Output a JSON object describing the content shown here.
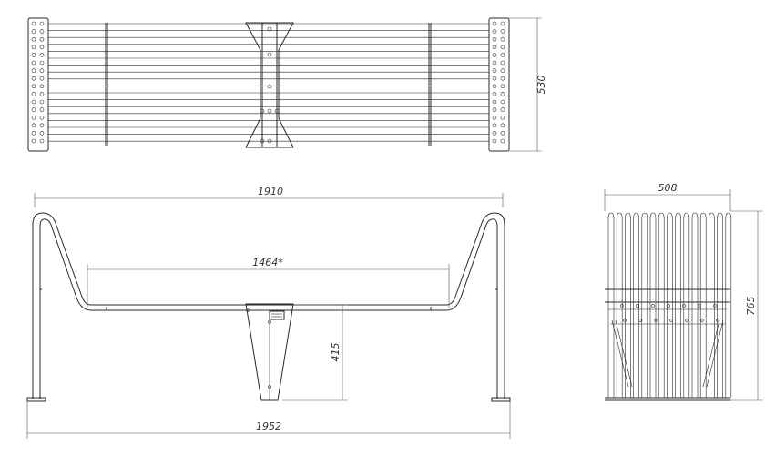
{
  "drawing": {
    "dimensions": {
      "top_depth": "530",
      "front_length_top": "1910",
      "front_inner_length": "1464*",
      "front_seat_height": "415",
      "front_overall_length": "1952",
      "side_width": "508",
      "side_height": "765"
    }
  }
}
